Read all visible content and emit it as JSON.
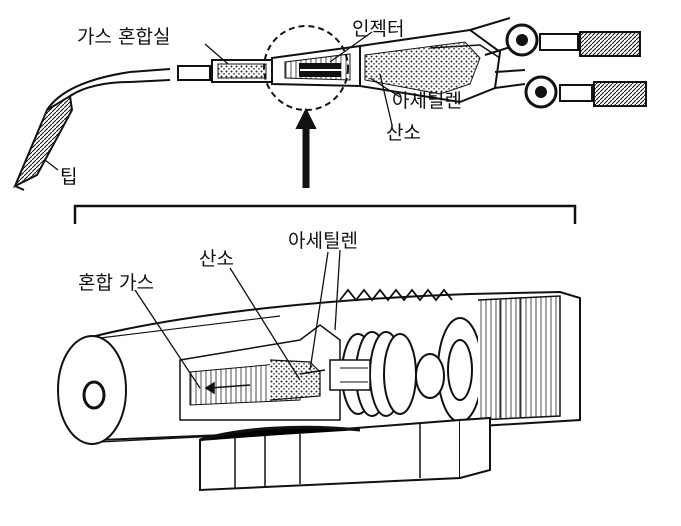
{
  "labels": {
    "gas_mixing_chamber": "가스 혼합실",
    "injector": "인젝터",
    "acetylene_top": "아세틸렌",
    "oxygen_top": "산소",
    "tip": "팁",
    "mixed_gas": "혼합 가스",
    "oxygen_detail": "산소",
    "acetylene_detail": "아세틸렌"
  }
}
